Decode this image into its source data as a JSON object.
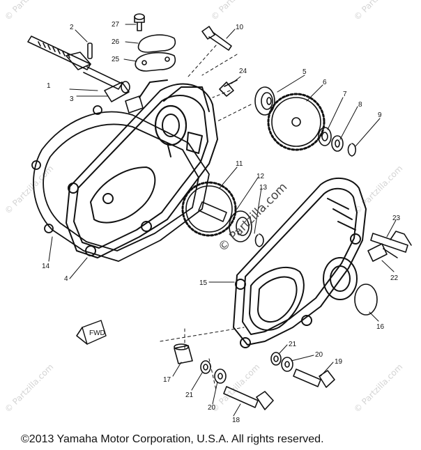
{
  "watermark": {
    "text": "© Partzilla.com",
    "main_text": "© Partzilla.com"
  },
  "copyright": "©2013  Yamaha Motor Corporation, U.S.A. All rights reserved.",
  "fwd_tag": "FWD",
  "callouts": [
    {
      "id": "c1",
      "label": "1"
    },
    {
      "id": "c2",
      "label": "2"
    },
    {
      "id": "c3",
      "label": "3"
    },
    {
      "id": "c4",
      "label": "4"
    },
    {
      "id": "c5",
      "label": "5"
    },
    {
      "id": "c6",
      "label": "6"
    },
    {
      "id": "c7",
      "label": "7"
    },
    {
      "id": "c8",
      "label": "8"
    },
    {
      "id": "c9",
      "label": "9"
    },
    {
      "id": "c10",
      "label": "10"
    },
    {
      "id": "c11",
      "label": "11"
    },
    {
      "id": "c12",
      "label": "12"
    },
    {
      "id": "c13",
      "label": "13"
    },
    {
      "id": "c14",
      "label": "14"
    },
    {
      "id": "c15",
      "label": "15"
    },
    {
      "id": "c16",
      "label": "16"
    },
    {
      "id": "c17",
      "label": "17"
    },
    {
      "id": "c18",
      "label": "18"
    },
    {
      "id": "c19",
      "label": "19"
    },
    {
      "id": "c20a",
      "label": "20"
    },
    {
      "id": "c20b",
      "label": "20"
    },
    {
      "id": "c21a",
      "label": "21"
    },
    {
      "id": "c21b",
      "label": "21"
    },
    {
      "id": "c22",
      "label": "22"
    },
    {
      "id": "c23",
      "label": "23"
    },
    {
      "id": "c24",
      "label": "24"
    },
    {
      "id": "c25",
      "label": "25"
    },
    {
      "id": "c26",
      "label": "26"
    },
    {
      "id": "c27",
      "label": "27"
    }
  ]
}
